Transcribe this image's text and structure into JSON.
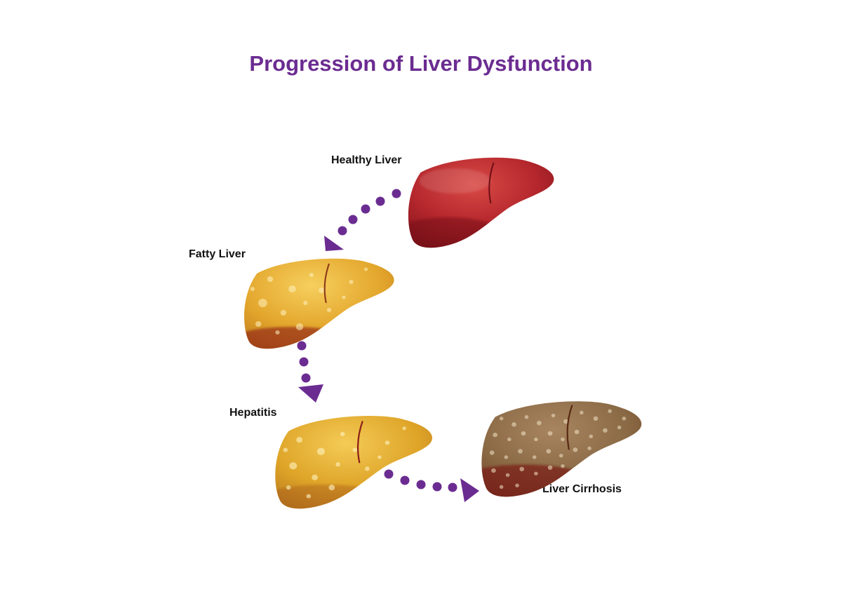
{
  "title": "Progression of Liver Dysfunction",
  "colors": {
    "title": "#6b2c91",
    "arrow": "#6b2c91",
    "label": "#111111",
    "healthy_liver": "#b3262c",
    "fatty_liver": "#e0a22a",
    "hepatitis_liver": "#dea428",
    "cirrhosis_liver": "#8a6a45"
  },
  "stages": [
    {
      "id": "healthy",
      "label": "Healthy Liver",
      "icon": "healthy-liver-icon"
    },
    {
      "id": "fatty",
      "label": "Fatty Liver",
      "icon": "fatty-liver-icon"
    },
    {
      "id": "hepatitis",
      "label": "Hepatitis",
      "icon": "hepatitis-liver-icon"
    },
    {
      "id": "cirrhosis",
      "label": "Liver Cirrhosis",
      "icon": "cirrhosis-liver-icon"
    }
  ],
  "edges": [
    {
      "from": "healthy",
      "to": "fatty"
    },
    {
      "from": "fatty",
      "to": "hepatitis"
    },
    {
      "from": "hepatitis",
      "to": "cirrhosis"
    }
  ]
}
